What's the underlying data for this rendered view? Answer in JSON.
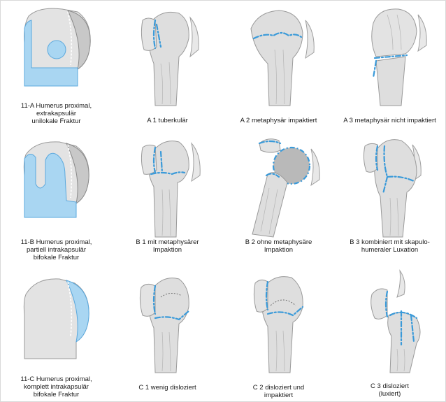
{
  "captions": {
    "r1c1": "11-A Humerus proximal,\nextrakapsulär\nunilokale Fraktur",
    "r1c2": "A 1 tuberkulär",
    "r1c3": "A 2 metaphysär impaktiert",
    "r1c4": "A 3 metaphysär nicht impaktiert",
    "r2c1": "11-B Humerus proximal,\npartiell intrakapsulär\nbifokale Fraktur",
    "r2c2": "B 1 mit metaphysärer\nImpaktion",
    "r2c3": "B 2 ohne metaphysäre\nImpaktion",
    "r2c4": "B 3 kombiniert mit skapulo-\nhumeraler Luxation",
    "r3c1": "11-C Humerus proximal,\nkomplett intrakapsulär\nbifokale Fraktur",
    "r3c2": "C 1 wenig disloziert",
    "r3c3": "C 2 disloziert und\nimpaktiert",
    "r3c4": "C 3 disloziert\n(luxiert)"
  },
  "colors": {
    "fracture_line": "#3a9ad9",
    "highlight_zone": "#a9d6f2",
    "bone": "#e3e3e3"
  }
}
